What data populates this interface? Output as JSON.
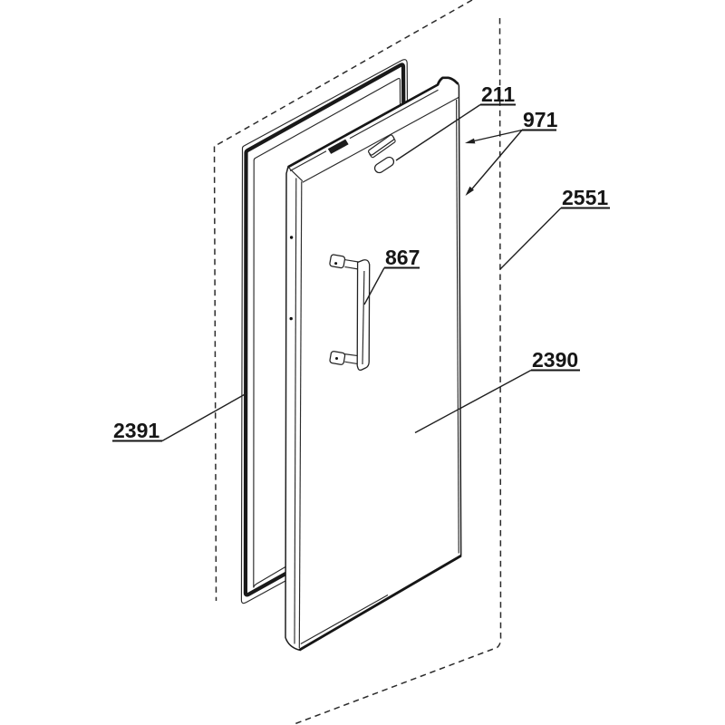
{
  "diagram": {
    "kind": "exploded-parts-diagram",
    "colors": {
      "line": "#1f1f1f",
      "background": "#ffffff"
    },
    "callouts": {
      "hinge_cover": {
        "label": "211"
      },
      "door_edge": {
        "label": "971"
      },
      "boundary": {
        "label": "2551"
      },
      "door_panel": {
        "label": "2390"
      },
      "handle": {
        "label": "867"
      },
      "gasket": {
        "label": "2391"
      }
    }
  }
}
